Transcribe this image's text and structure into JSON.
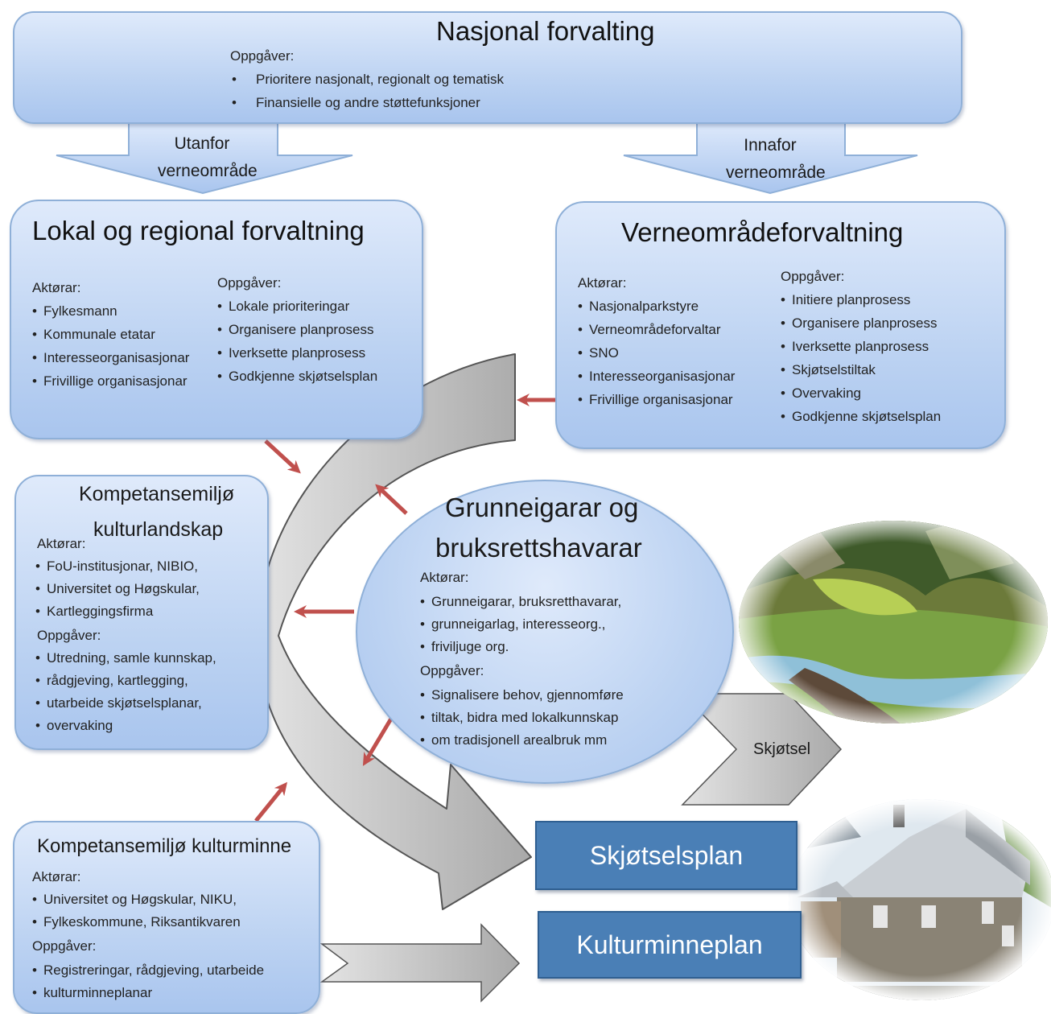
{
  "national": {
    "title": "Nasjonal forvalting",
    "tasks_label": "Oppgåver:",
    "tasks": [
      "Prioritere nasjonalt, regionalt og tematisk",
      "Finansielle og andre støttefunksjoner"
    ]
  },
  "arrow_outside": {
    "line1": "Utanfor",
    "line2": "verneområde"
  },
  "arrow_inside": {
    "line1": "Innafor",
    "line2": "verneområde"
  },
  "local": {
    "title": "Lokal og regional forvaltning",
    "actors_label": "Aktørar:",
    "actors": [
      "Fylkesmann",
      "Kommunale etatar",
      "Interesseorganisasjonar",
      "Frivillige organisasjonar"
    ],
    "tasks_label": "Oppgåver:",
    "tasks": [
      "Lokale prioriteringar",
      "Organisere planprosess",
      "Iverksette planprosess",
      "Godkjenne skjøtselsplan"
    ]
  },
  "protected": {
    "title": "Verneområdeforvaltning",
    "actors_label": "Aktørar:",
    "actors": [
      "Nasjonalparkstyre",
      "Verneområdeforvaltar",
      "SNO",
      "Interesseorganisasjonar",
      "Frivillige organisasjonar"
    ],
    "tasks_label": "Oppgåver:",
    "tasks": [
      "Initiere planprosess",
      "Organisere planprosess",
      "Iverksette planprosess",
      "Skjøtselstiltak",
      "Overvaking",
      "Godkjenne skjøtselsplan"
    ]
  },
  "landscape": {
    "title1": "Kompetansemiljø",
    "title2": "kulturlandskap",
    "actors_label": "Aktørar:",
    "actors_lines": [
      "FoU-institusjonar, NIBIO,",
      "Universitet og Høgskular,",
      "Kartleggingsfirma"
    ],
    "tasks_label": "Oppgåver:",
    "tasks_lines": [
      "Utredning, samle kunnskap,",
      "rådgjeving, kartlegging,",
      "utarbeide skjøtselsplanar,",
      "overvaking"
    ]
  },
  "owners": {
    "title1": "Grunneigarar og",
    "title2": "bruksrettshavarar",
    "actors_label": "Aktørar:",
    "actors_lines": [
      "Grunneigarar, bruksretthavarar,",
      "grunneigarlag, interesseorg.,",
      "friviljuge org."
    ],
    "tasks_label": "Oppgåver:",
    "tasks_lines": [
      "Signalisere behov, gjennomføre",
      "tiltak, bidra med lokalkunnskap",
      "om tradisjonell arealbruk mm"
    ]
  },
  "heritage": {
    "title": "Kompetansemiljø kulturminne",
    "actors_label": "Aktørar:",
    "actors_lines": [
      "Universitet og Høgskular, NIKU,",
      "Fylkeskommune, Riksantikvaren"
    ],
    "tasks_label": "Oppgåver:",
    "tasks_lines": [
      "Registreringar, rådgjeving, utarbeide",
      "kulturminneplanar"
    ]
  },
  "chevron_label": "Skjøtsel",
  "plan1": "Skjøtselsplan",
  "plan2": "Kulturminneplan",
  "colors": {
    "box_fill": "#bdd3f2",
    "box_border": "#8fb0d8",
    "plan_fill": "#4a7fb6",
    "red_arrow": "#c0504d",
    "gray_arrow": "#c8c8c8"
  }
}
